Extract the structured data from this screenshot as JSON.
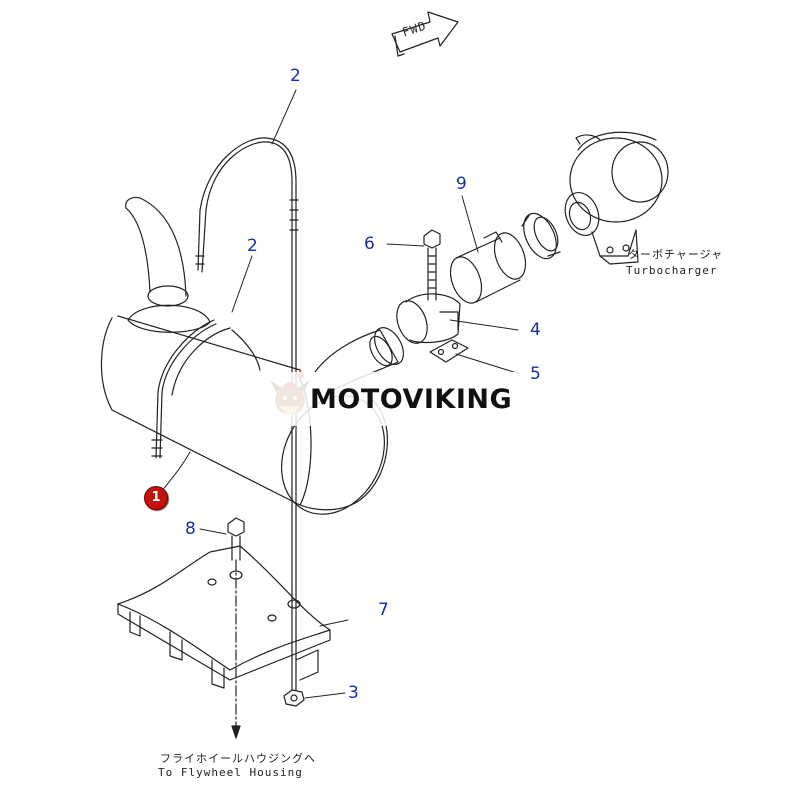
{
  "fwd_label": "FWD",
  "callouts": {
    "c1": "1",
    "c2a": "2",
    "c2b": "2",
    "c3": "3",
    "c4": "4",
    "c5": "5",
    "c6": "6",
    "c7": "7",
    "c8": "8",
    "c9": "9"
  },
  "notes": {
    "turbo_jp": "ターボチャージャ",
    "turbo_en": "Turbocharger",
    "flywheel_jp": "フライホイールハウジングへ",
    "flywheel_en": "To Flywheel Housing"
  },
  "watermark": {
    "text": "MOTOVIKING",
    "logo_icon": "viking-mascot-icon"
  },
  "colors": {
    "callout": "#1a2fa0",
    "badge": "#c0140f",
    "line": "#222222"
  }
}
